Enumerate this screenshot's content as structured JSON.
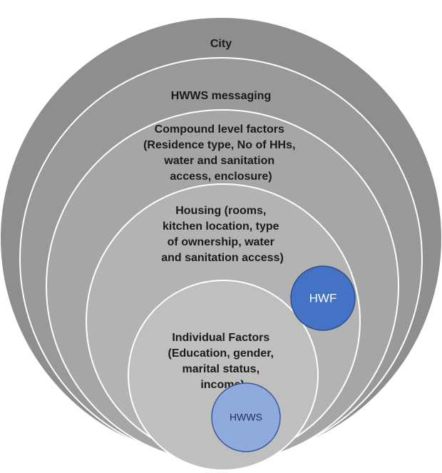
{
  "layers": [
    {
      "id": "city",
      "label_lines": [
        "City"
      ],
      "fill": "#8e8e8e"
    },
    {
      "id": "hwws-messaging",
      "label_lines": [
        "HWWS messaging"
      ],
      "fill": "#999999"
    },
    {
      "id": "compound",
      "label_lines": [
        "Compound level factors",
        "(Residence type, No of HHs,",
        "water and sanitation",
        "access, enclosure)"
      ],
      "fill": "#a6a6a6"
    },
    {
      "id": "housing",
      "label_lines": [
        "Housing (rooms,",
        "kitchen location, type",
        "of ownership, water",
        "and sanitation access)"
      ],
      "fill": "#b3b3b3"
    },
    {
      "id": "individual",
      "label_lines": [
        "Individual Factors",
        "(Education, gender,",
        "marital status,",
        "income)"
      ],
      "fill": "#bfbfbf"
    }
  ],
  "bubbles": [
    {
      "id": "hwf",
      "label": "HWF",
      "fill": "#4472c4",
      "stroke": "#2f4f8a",
      "text_color": "#ffffff"
    },
    {
      "id": "hwws",
      "label": "HWWS",
      "fill": "#8faadc",
      "stroke": "#3a5a9c",
      "text_color": "#1f2f55"
    }
  ]
}
